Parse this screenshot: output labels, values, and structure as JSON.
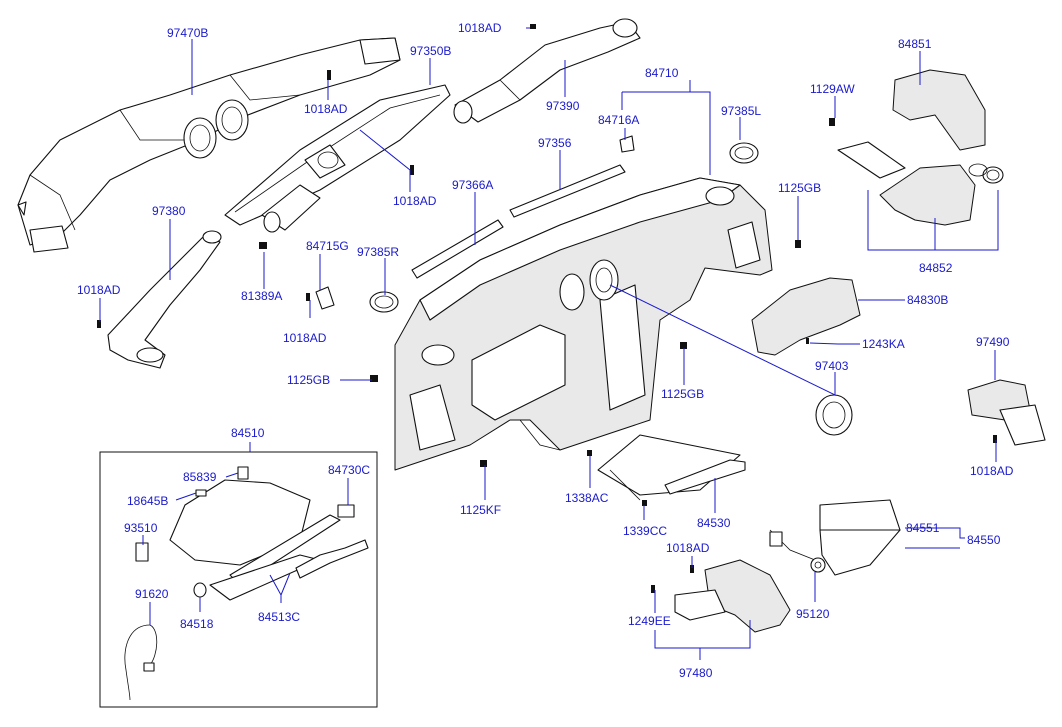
{
  "labels": {
    "p97470B": "97470B",
    "p1018AD_a": "1018AD",
    "p97350B": "97350B",
    "p1018AD_b": "1018AD",
    "p97390": "97390",
    "p1018AD_c": "1018AD",
    "p84710": "84710",
    "p84716A": "84716A",
    "p97385L": "97385L",
    "p97356": "97356",
    "p84851": "84851",
    "p1129AW": "1129AW",
    "p97366A": "97366A",
    "p97380": "97380",
    "p84715G": "84715G",
    "p97385R": "97385R",
    "p1125GB_a": "1125GB",
    "p84852": "84852",
    "p81389A": "81389A",
    "p1018AD_d": "1018AD",
    "p1018AD_e": "1018AD",
    "p84830B": "84830B",
    "p1243KA": "1243KA",
    "p97490": "97490",
    "p97403": "97403",
    "p1125GB_b": "1125GB",
    "p1125GB_c": "1125GB",
    "p1018AD_f": "1018AD",
    "p84510": "84510",
    "p85839": "85839",
    "p84730C": "84730C",
    "p18645B": "18645B",
    "p93510": "93510",
    "p91620": "91620",
    "p84518": "84518",
    "p84513C": "84513C",
    "p1125KF": "1125KF",
    "p1338AC": "1338AC",
    "p84530": "84530",
    "p1339CC": "1339CC",
    "p1018AD_g": "1018AD",
    "p84551": "84551",
    "p84550": "84550",
    "p1249EE": "1249EE",
    "p97480": "97480",
    "p95120": "95120"
  },
  "colors": {
    "label": "#1a1acd",
    "line": "#111111",
    "background": "#ffffff"
  }
}
